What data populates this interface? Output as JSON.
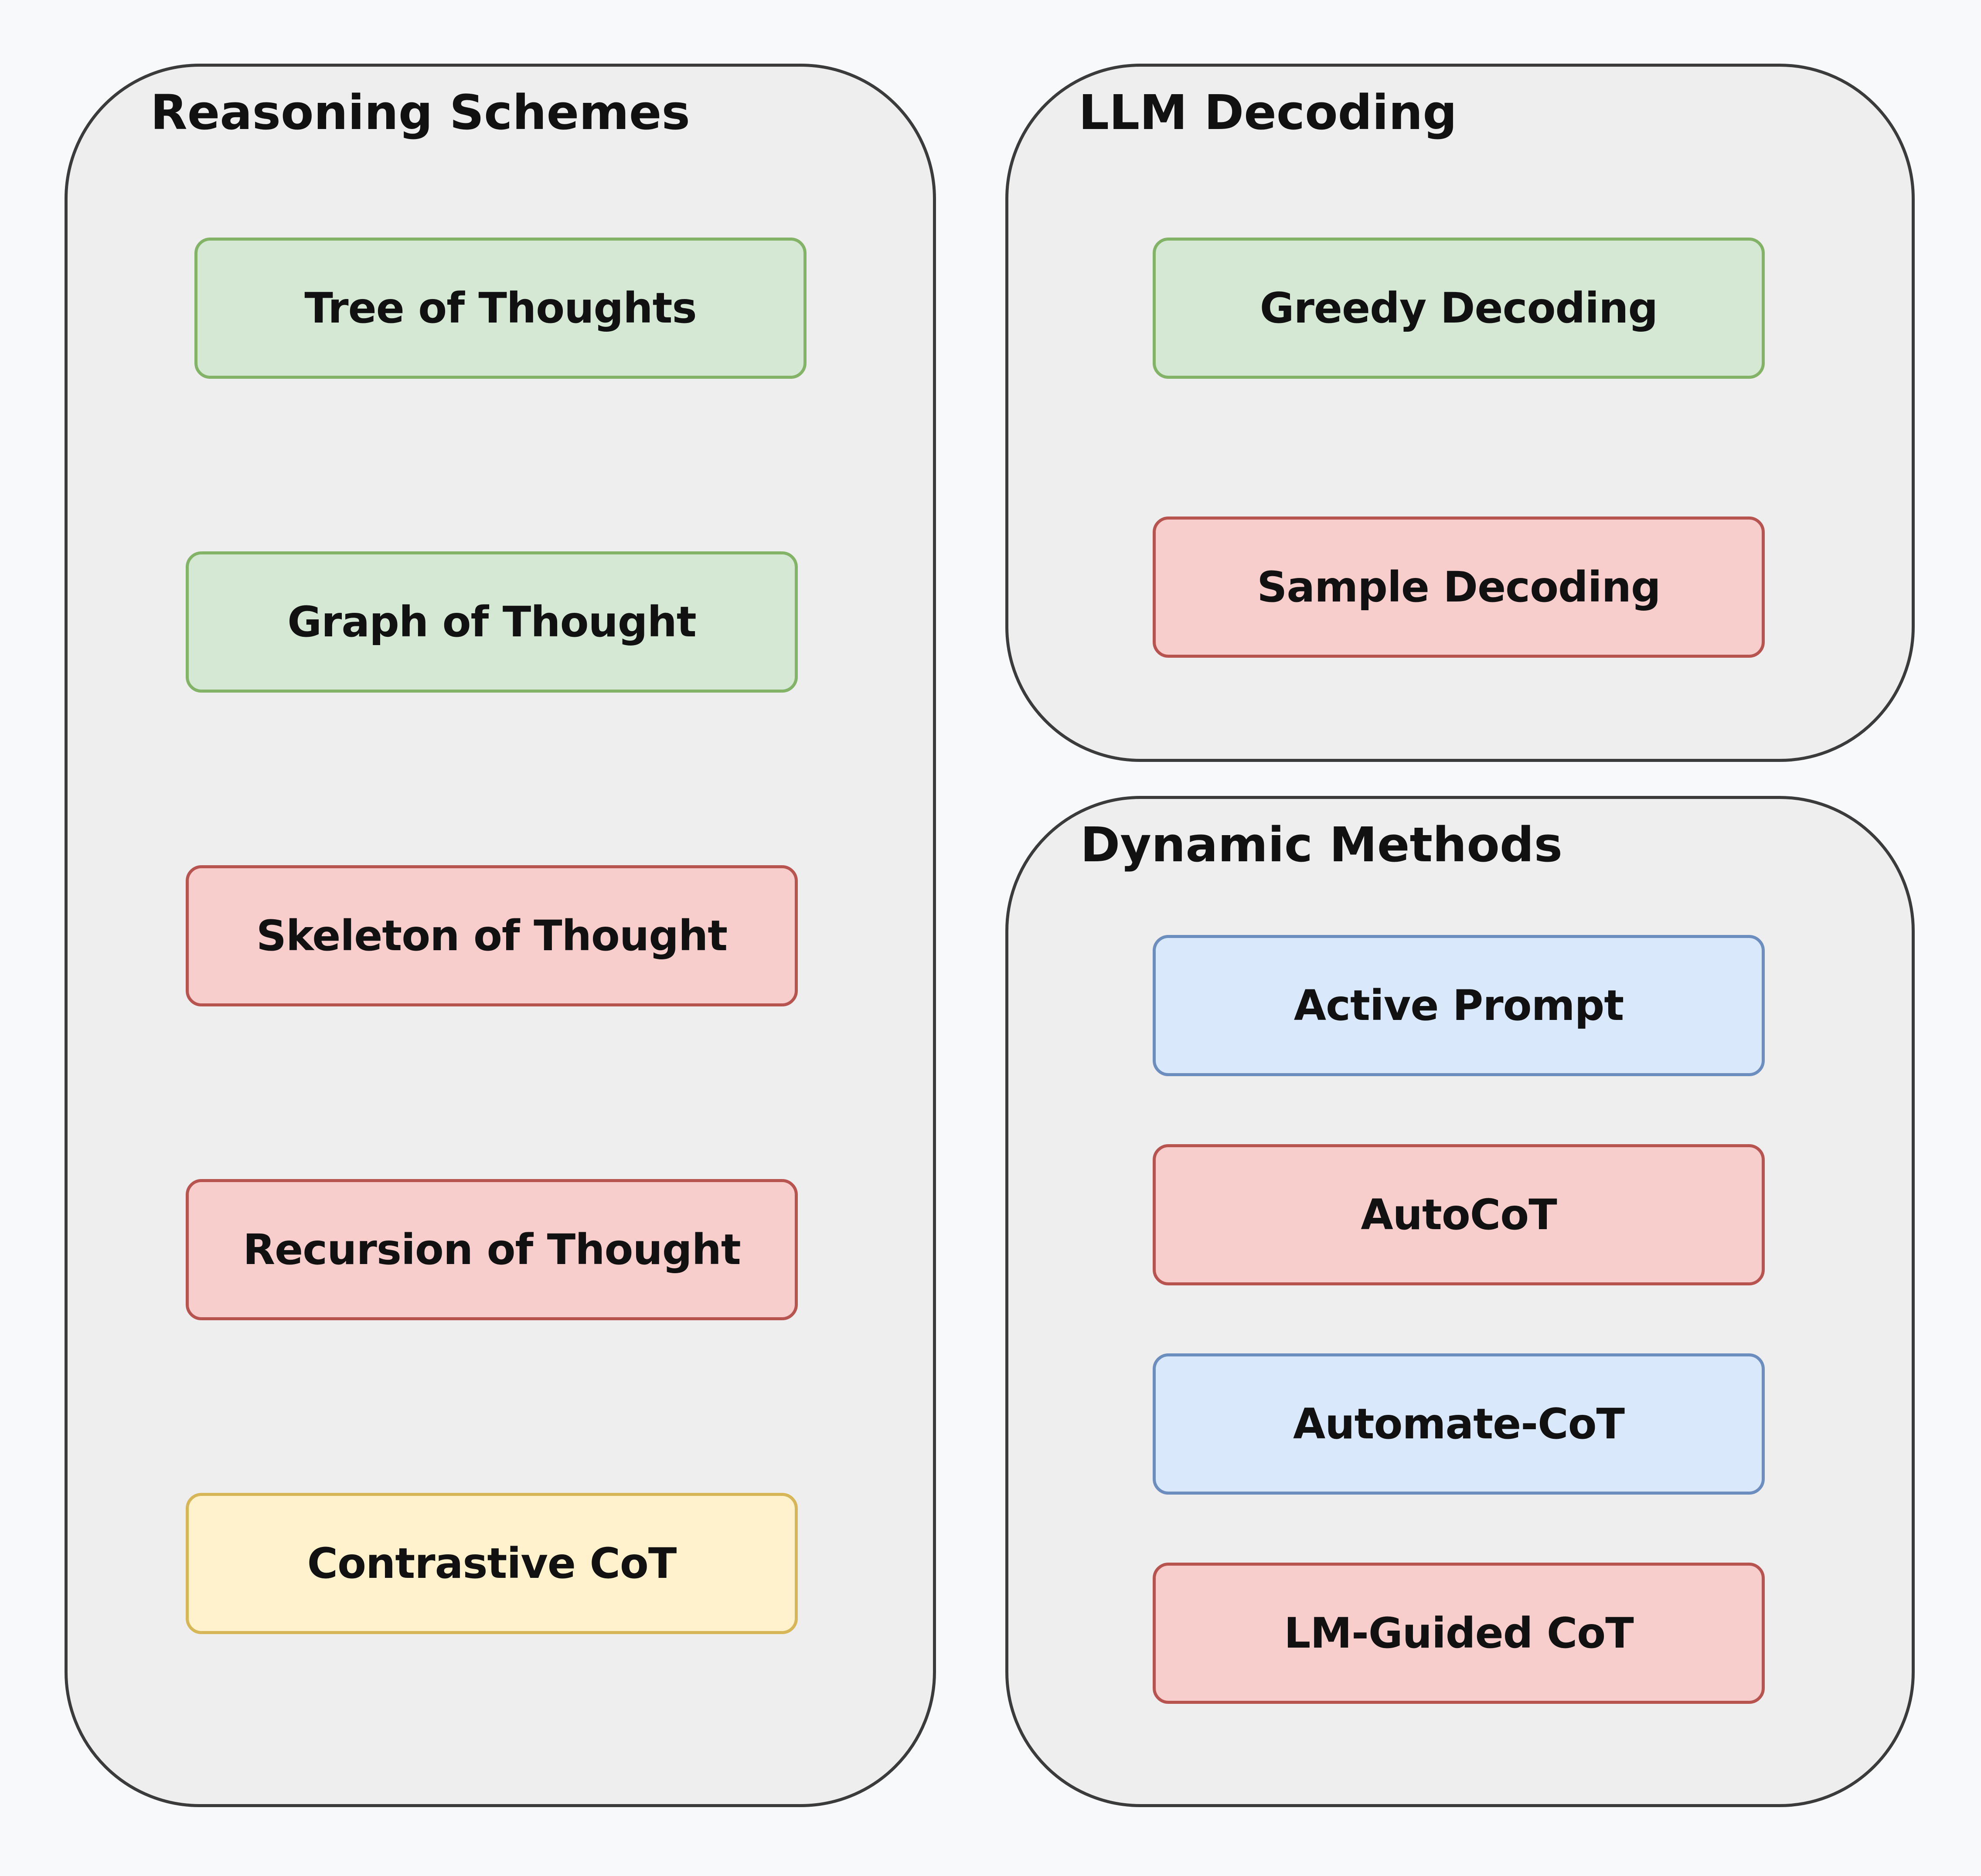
{
  "colors": {
    "background": "#f8f9fb",
    "panel_fill": "#eeeeee",
    "panel_border": "#3b3b3b",
    "green_fill": "#d5e8d4",
    "green_border": "#82b366",
    "red_fill": "#f8cecc",
    "red_border": "#b85450",
    "blue_fill": "#dae8fc",
    "blue_border": "#6c8ebf",
    "yellow_fill": "#fff2cc",
    "yellow_border": "#d6b656"
  },
  "groups": {
    "reasoning": {
      "title": "Reasoning Schemes",
      "items": [
        {
          "label": "Tree of Thoughts",
          "color": "green"
        },
        {
          "label": "Graph of Thought",
          "color": "green"
        },
        {
          "label": "Skeleton of Thought",
          "color": "red"
        },
        {
          "label": "Recursion of Thought",
          "color": "red"
        },
        {
          "label": "Contrastive CoT",
          "color": "yellow"
        }
      ]
    },
    "decoding": {
      "title": "LLM Decoding",
      "items": [
        {
          "label": "Greedy Decoding",
          "color": "green"
        },
        {
          "label": "Sample Decoding",
          "color": "red"
        }
      ]
    },
    "dynamic": {
      "title": "Dynamic Methods",
      "items": [
        {
          "label": "Active Prompt",
          "color": "blue"
        },
        {
          "label": "AutoCoT",
          "color": "red"
        },
        {
          "label": "Automate-CoT",
          "color": "blue"
        },
        {
          "label": "LM-Guided CoT",
          "color": "red"
        }
      ]
    }
  }
}
